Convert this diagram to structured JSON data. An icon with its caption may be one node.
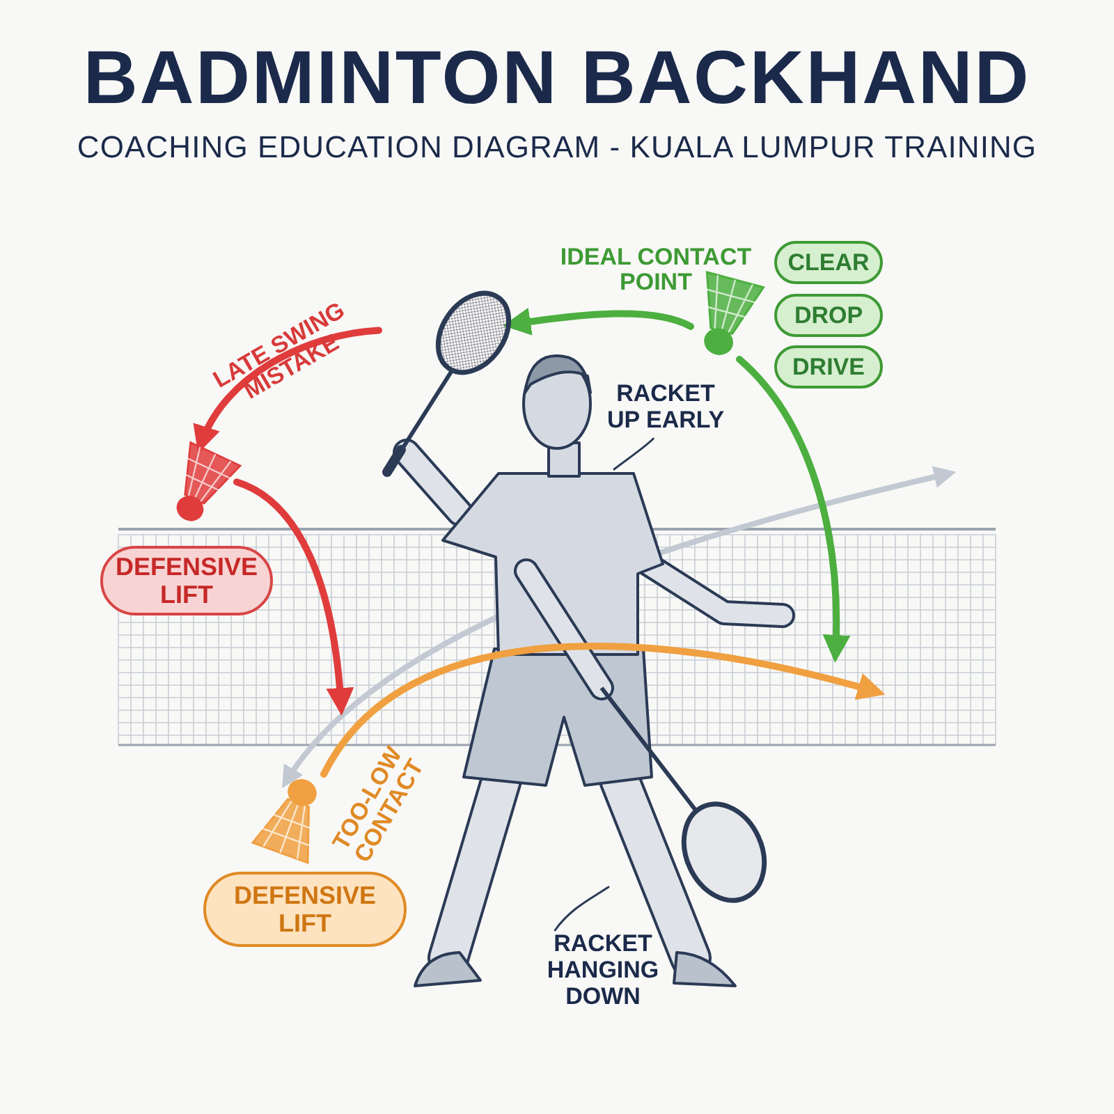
{
  "diagram": {
    "title": "BADMINTON BACKHAND",
    "nodes": [
      {
        "text": [],
        "shape": "picture"
      },
      {
        "text": [],
        "shape": "picture"
      },
      {
        "text": [
          "CLEAR"
        ]
      },
      {
        "text": [
          "DROP"
        ]
      },
      {
        "text": [
          "DRIVE"
        ]
      },
      {
        "text": [],
        "shape": "picture"
      },
      {
        "text": [
          "DEFENSIVE LIFT"
        ]
      },
      {
        "text": [],
        "shape": "picture"
      },
      {
        "text": [
          "DEFENSIVE LIFT"
        ]
      },
      {
        "text": [
          "RACKET UP EARLY"
        ]
      },
      {
        "text": [
          "RACKET HANGING DOWN"
        ]
      }
    ],
    "edges": [
      {
        "from": 1,
        "to": 0,
        "arrow": "to",
        "label": "IDEAL CONTACT POINT",
        "color": "#4caf3f"
      },
      {
        "from": 1,
        "to": null,
        "arrow": "to",
        "color": "#4caf3f"
      },
      {
        "from": 0,
        "to": 5,
        "arrow": "to",
        "label": "LATE SWING MISTAKE",
        "color": "#e03c3c"
      },
      {
        "from": 5,
        "to": null,
        "arrow": "to",
        "color": "#e03c3c"
      },
      {
        "from": 7,
        "to": null,
        "arrow": "to",
        "label": "TOO-LOW CONTACT",
        "color": "#f0a040"
      },
      {
        "from": 9,
        "to": null,
        "arrow": "none",
        "color": "#2b3a55"
      },
      {
        "from": 10,
        "to": null,
        "arrow": "none",
        "color": "#2b3a55"
      }
    ],
    "labels": [
      "COACHING EDUCATION DIAGRAM - KUALA LUMPUR TRAINING"
    ]
  }
}
